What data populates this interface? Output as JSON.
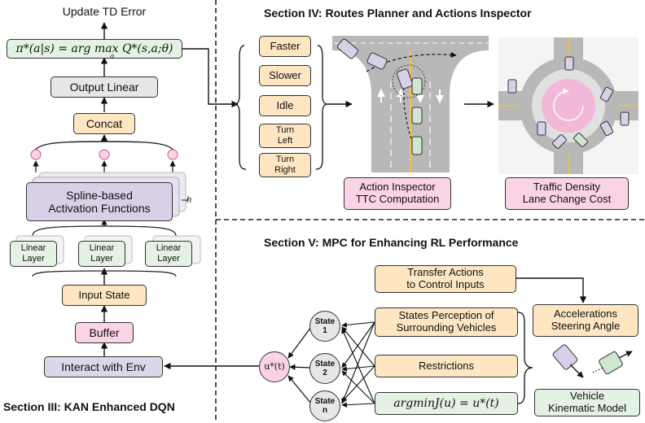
{
  "left": {
    "update_label": "Update TD Error",
    "policy_formula": "π*(a|s) = arg max Q*(s,a;θ)",
    "policy_formula_sub": "a",
    "output_linear": "Output Linear",
    "concat": "Concat",
    "spline": "Spline-based\nActivation Functions",
    "h_label": "h",
    "linear_layers": [
      "Linear\nLayer",
      "Linear\nLayer",
      "Linear\nLayer"
    ],
    "input_state": "Input State",
    "buffer": "Buffer",
    "interact": "Interact with Env",
    "section_title": "Section III: KAN Enhanced DQN"
  },
  "section4": {
    "title": "Section IV: Routes Planner and Actions Inspector",
    "actions": [
      "Faster",
      "Slower",
      "Idle",
      "Turn\nLeft",
      "Turn\nRight"
    ],
    "action_inspector": "Action Inspector\nTTC Computation",
    "traffic_density": "Traffic Density\nLane Change Cost"
  },
  "section5": {
    "title": "Section V: MPC for Enhancing RL Performance",
    "transfer": "Transfer Actions\nto Control Inputs",
    "perception": "States Perception of\nSurrounding Vehicles",
    "restrictions": "Restrictions",
    "argmin": "argminJ(u) = u*(t)",
    "accelerations": "Accelerations\nSteering Angle",
    "vehicle_model": "Vehicle\nKinematic Model",
    "u_node": "u*(t)",
    "states": [
      "State\n1",
      "State\n2",
      "State\nn"
    ]
  },
  "colors": {
    "peach": "#fde6c1",
    "green": "#e3f2e3",
    "grey": "#e4e7e6",
    "pink": "#fbd3e6",
    "purple": "#d8d0e6",
    "road": "#b8b8b8",
    "roundabout_center": "#f2b8d8"
  }
}
